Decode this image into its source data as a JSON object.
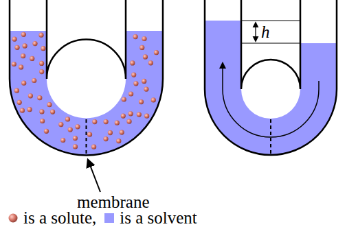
{
  "diagram": {
    "labels": [
      "membrane",
      "h"
    ],
    "legend": [
      {
        "text": "is a solute,"
      },
      {
        "text": "is a solvent",
        "color": "#9999ff"
      }
    ]
  }
}
